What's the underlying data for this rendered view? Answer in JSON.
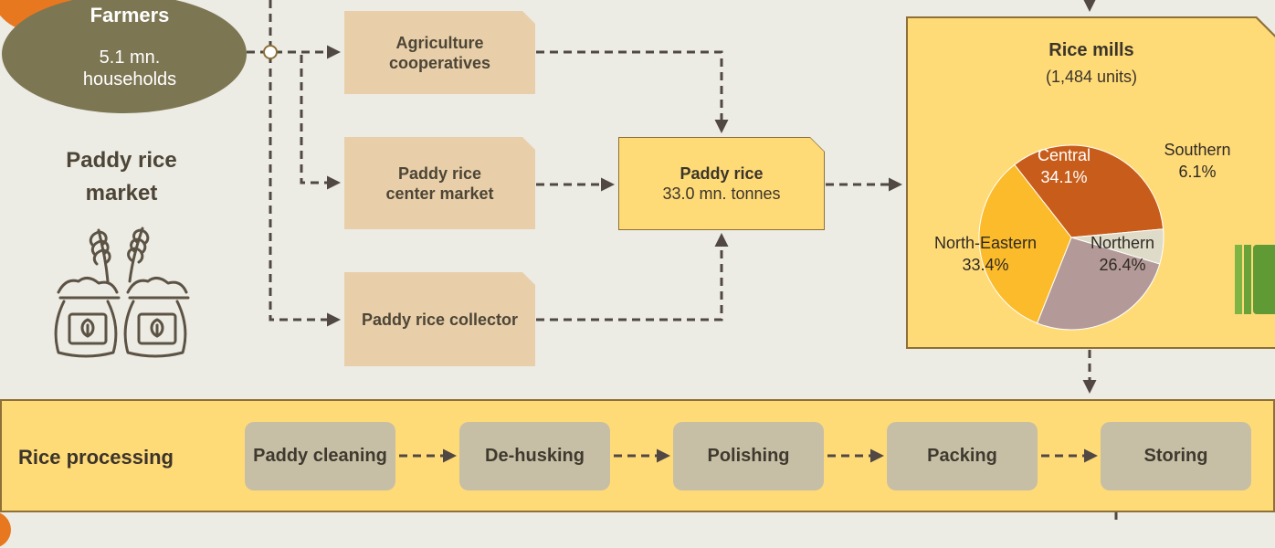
{
  "farmers": {
    "title": "Farmers",
    "count_value": "5.1 mn.",
    "count_unit": "households"
  },
  "market": {
    "title_line1": "Paddy rice",
    "title_line2": "market"
  },
  "channels": {
    "cooperatives": [
      "Agriculture",
      "cooperatives"
    ],
    "center_market": [
      "Paddy rice",
      "center market"
    ],
    "collector": "Paddy rice collector"
  },
  "paddy_rice": {
    "title": "Paddy rice",
    "volume": "33.0 mn. tonnes"
  },
  "rice_mills": {
    "title": "Rice mills",
    "units": "(1,484 units)",
    "regions": [
      {
        "name": "Central",
        "value": 34.1,
        "label": "34.1%",
        "color": "#c85d1b"
      },
      {
        "name": "Southern",
        "value": 6.1,
        "label": "6.1%",
        "color": "#dedbc9"
      },
      {
        "name": "Northern",
        "value": 26.4,
        "label": "26.4%",
        "color": "#b39a98"
      },
      {
        "name": "North-Eastern",
        "value": 33.4,
        "label": "33.4%",
        "color": "#fbbb2a"
      }
    ]
  },
  "processing": {
    "title": "Rice processing",
    "steps": [
      "Paddy cleaning",
      "De-husking",
      "Polishing",
      "Packing",
      "Storing"
    ]
  },
  "colors": {
    "background": "#ecebe4",
    "farmers_ellipse": "#7d7653",
    "channel_box": "#e8cfaa",
    "yellow_box": "#ffdb78",
    "yellow_border": "#8d6f37",
    "step_pill": "#c7bfa5",
    "arrow": "#514843",
    "accent_orange": "#e8781f",
    "accent_green": "#7eb443"
  }
}
